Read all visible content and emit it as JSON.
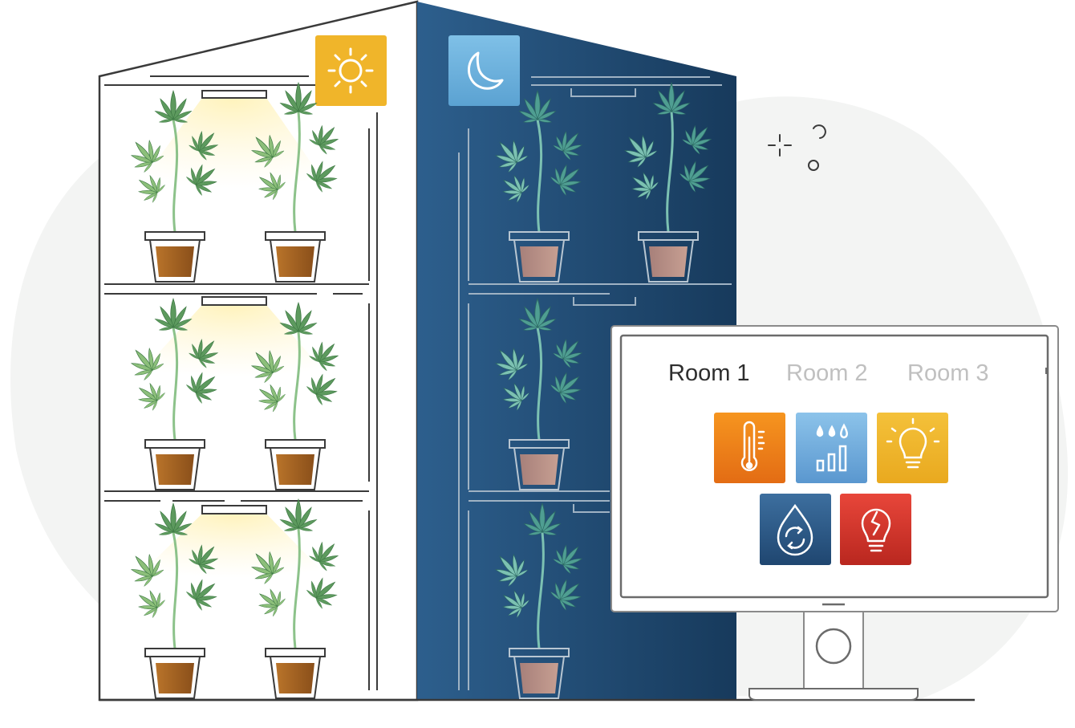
{
  "monitor": {
    "tabs": [
      {
        "label": "Room 1",
        "active": true
      },
      {
        "label": "Room 2",
        "active": false
      },
      {
        "label": "Room 3",
        "active": false
      }
    ],
    "tiles": [
      {
        "icon": "thermometer-icon",
        "color": "#f08a1c"
      },
      {
        "icon": "humidity-chart-icon",
        "color": "#6aa8d6"
      },
      {
        "icon": "light-bulb-icon",
        "color": "#f0b62a"
      },
      {
        "icon": "water-recycle-icon",
        "color": "#2c5a8a"
      },
      {
        "icon": "broken-bulb-icon",
        "color": "#d63a2f"
      }
    ]
  },
  "modes": {
    "day": {
      "icon": "sun-icon",
      "color": "#f0b52a"
    },
    "night": {
      "icon": "moon-icon",
      "color": "#6fb4dd"
    }
  },
  "colors": {
    "building_dark": "#1e4a73",
    "line": "#3a3a3a",
    "plant": "#4f8f5e",
    "pot": "#b56d2a",
    "background_blob": "#f3f4f3"
  }
}
